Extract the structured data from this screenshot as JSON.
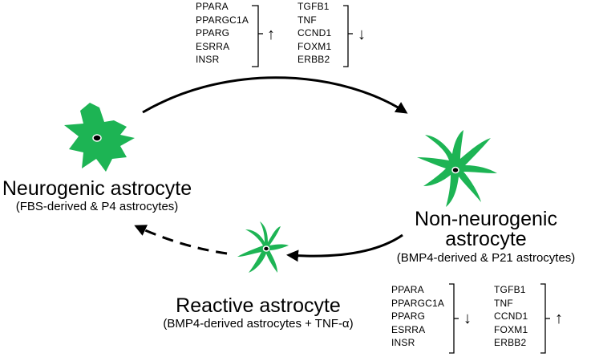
{
  "cells": {
    "neurogenic": {
      "title": "Neurogenic astrocyte",
      "subtitle": "(FBS-derived & P4 astrocytes)"
    },
    "non_neurogenic": {
      "title_line1": "Non-neurogenic",
      "title_line2": "astrocyte",
      "subtitle": "(BMP4-derived & P21 astrocytes)"
    },
    "reactive": {
      "title": "Reactive astrocyte",
      "subtitle": "(BMP4-derived astrocytes + TNF-α)"
    }
  },
  "gene_sets": {
    "top": {
      "left_genes": [
        "PPARA",
        "PPARGC1A",
        "PPARG",
        "ESRRA",
        "INSR"
      ],
      "left_direction": "↑",
      "right_genes": [
        "TGFB1",
        "TNF",
        "CCND1",
        "FOXM1",
        "ERBB2"
      ],
      "right_direction": "↓"
    },
    "bottom": {
      "left_genes": [
        "PPARA",
        "PPARGC1A",
        "PPARG",
        "ESRRA",
        "INSR"
      ],
      "left_direction": "↓",
      "right_genes": [
        "TGFB1",
        "TNF",
        "CCND1",
        "FOXM1",
        "ERBB2"
      ],
      "right_direction": "↑"
    }
  },
  "colors": {
    "cell_fill": "#1db454",
    "nucleus": "#000000",
    "arrow": "#000000"
  }
}
